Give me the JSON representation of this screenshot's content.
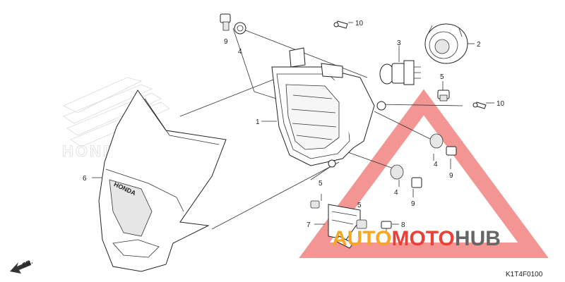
{
  "diagram": {
    "figure_code": "K1T4F0100",
    "direction_label": "FR.",
    "watermark_left": "HONDA",
    "cowl_logo": "HONDA",
    "watermark_right": {
      "word1": "AUTO",
      "word2": "MOTO",
      "word3": "HUB",
      "color_triangle": "#e9403a",
      "color_auto": "#f5a623",
      "color_moto": "#e9403a",
      "color_hub": "#666666"
    },
    "callouts": {
      "c1": "1",
      "c2": "2",
      "c3": "3",
      "c4a": "4",
      "c4b": "4",
      "c4c": "4",
      "c5a": "5",
      "c5b": "5",
      "c5c": "5",
      "c6": "6",
      "c7": "7",
      "c8": "8",
      "c9a": "9",
      "c9b": "9",
      "c9c": "9",
      "c10a": "10",
      "c10b": "10"
    }
  }
}
